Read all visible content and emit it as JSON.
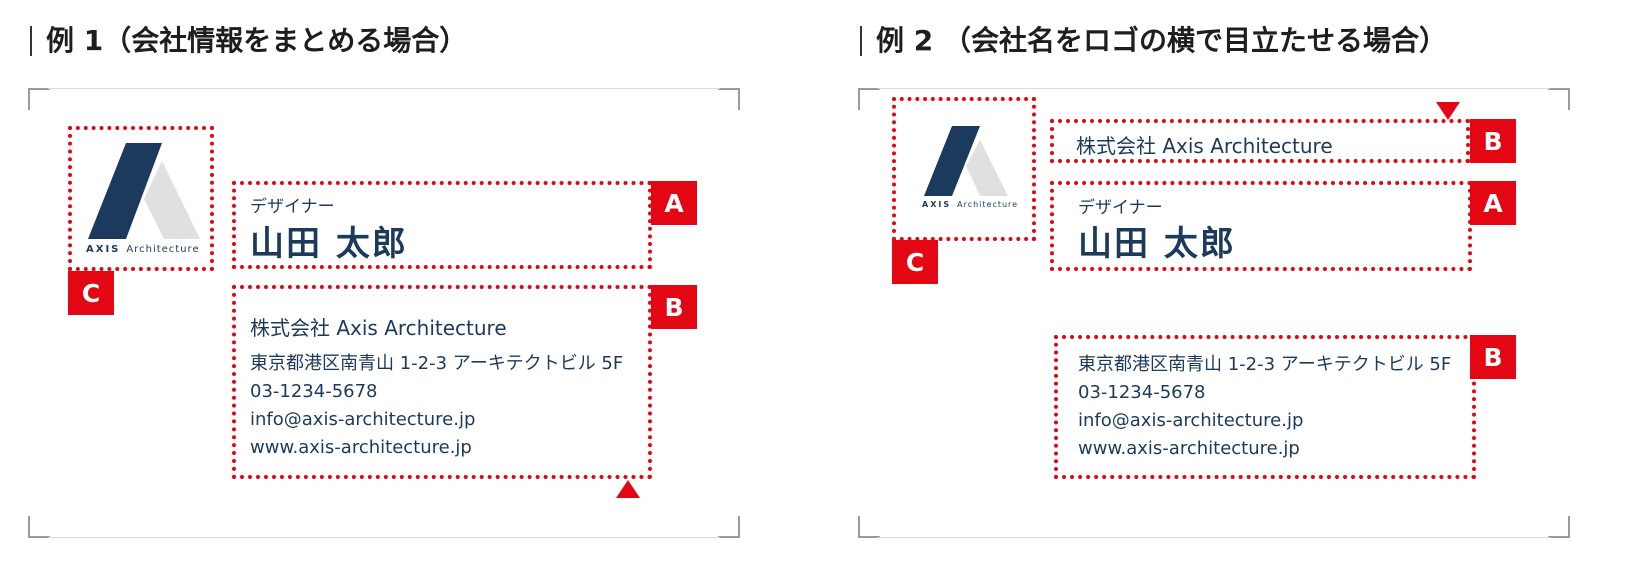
{
  "example1": {
    "title": "例 1（会社情報をまとめる場合）",
    "logo": {
      "brand": "AXIS",
      "sub": "Architecture"
    },
    "role": "デザイナー",
    "name": "山田 太郎",
    "company": "株式会社 Axis Architecture",
    "address": "東京都港区南青山 1-2-3 アーキテクトビル 5F",
    "phone": "03-1234-5678",
    "email": "info@axis-architecture.jp",
    "web": "www.axis-architecture.jp",
    "labels": {
      "a": "A",
      "b": "B",
      "c": "C"
    }
  },
  "example2": {
    "title": "例 2 （会社名をロゴの横で目立たせる場合）",
    "logo": {
      "brand": "AXIS",
      "sub": "Architecture"
    },
    "company": "株式会社 Axis Architecture",
    "role": "デザイナー",
    "name": "山田 太郎",
    "address": "東京都港区南青山 1-2-3 アーキテクトビル 5F",
    "phone": "03-1234-5678",
    "email": "info@axis-architecture.jp",
    "web": "www.axis-architecture.jp",
    "labels": {
      "a": "A",
      "b1": "B",
      "b2": "B",
      "c": "C"
    }
  },
  "colors": {
    "navy": "#1b3a5c",
    "accent_red": "#e30613",
    "logo_gray": "#e0e0e0"
  }
}
